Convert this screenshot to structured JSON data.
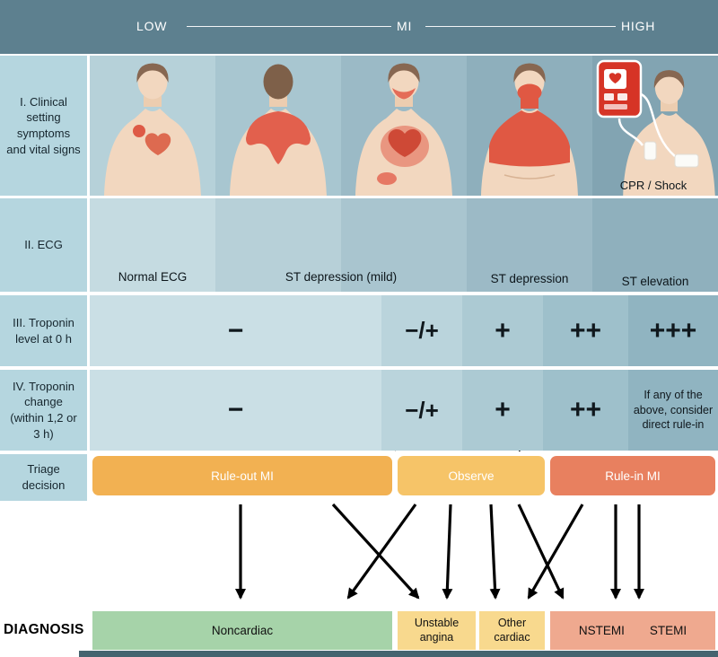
{
  "header": {
    "low": "LOW",
    "mi": "MI",
    "high": "HIGH"
  },
  "rows": {
    "clinical": {
      "label": "I. Clinical setting symptoms and vital signs",
      "cpr_label": "CPR / Shock"
    },
    "ecg": {
      "label": "II. ECG",
      "captions": [
        "Normal ECG",
        "ST depression (mild)",
        "ST depression",
        "ST elevation"
      ]
    },
    "troponin0": {
      "label": "III. Troponin level at 0 h",
      "values": [
        "−",
        "−/+",
        "+",
        "++",
        "+++"
      ]
    },
    "troponin_change": {
      "label": "IV. Troponin change (within 1,2 or 3 h)",
      "values": [
        "−",
        "−/+",
        "+",
        "++"
      ],
      "note": "If any of the above, consider direct rule-in"
    },
    "triage": {
      "label": "Triage decision",
      "rule_out": "Rule-out MI",
      "observe": "Observe",
      "rule_in": "Rule-in MI"
    }
  },
  "diagnosis": {
    "label": "DIAGNOSIS",
    "noncardiac": "Noncardiac",
    "unstable_angina": "Unstable angina",
    "other_cardiac": "Other cardiac",
    "nstemi": "NSTEMI",
    "stemi": "STEMI"
  },
  "colors": {
    "header_bg": "#5d808f",
    "label_bg": "#b5d6df",
    "rule_out_orange": "#f2b152",
    "observe_orange": "#f6c468",
    "rule_in_salmon": "#e8805f",
    "noncardiac_green": "#a6d3a9",
    "cardiac_yellow": "#f8d98e",
    "mi_salmon": "#efa98f",
    "pain_red": "#e2604d",
    "footer_strip": "#44646f"
  }
}
